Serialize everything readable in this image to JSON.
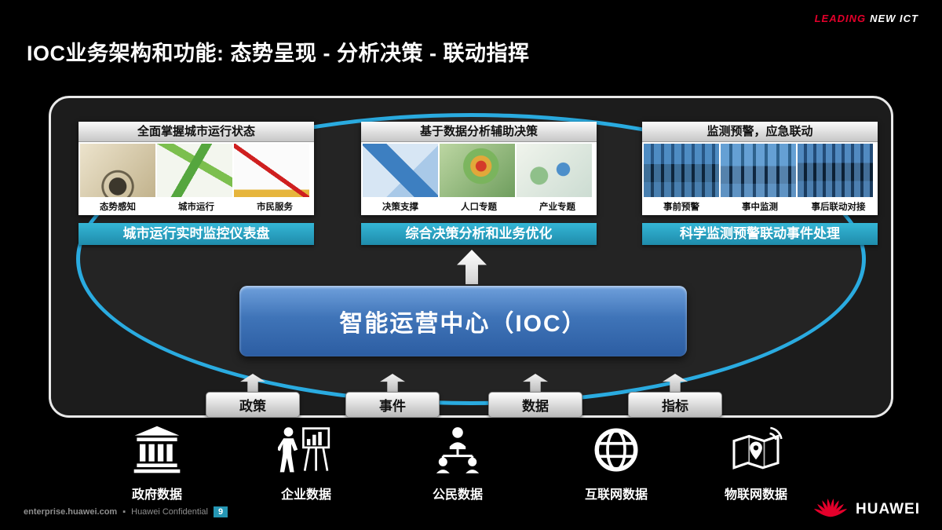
{
  "brand": {
    "leading": "LEADING",
    "new_ict": "NEW ICT",
    "huawei": "HUAWEI"
  },
  "title": "IOC业务架构和功能: 态势呈现 - 分析决策 - 联动指挥",
  "panels": [
    {
      "header": "全面掌握城市运行状态",
      "images": [
        {
          "icon": "dashboard-photo",
          "label": "态势感知"
        },
        {
          "icon": "city-operation-photo",
          "label": "城市运行"
        },
        {
          "icon": "citizen-service-photo",
          "label": "市民服务"
        }
      ],
      "caption": "城市运行实时监控仪表盘"
    },
    {
      "header": "基于数据分析辅助决策",
      "images": [
        {
          "icon": "decision-support-photo",
          "label": "决策支撑"
        },
        {
          "icon": "population-topic-photo",
          "label": "人口专题"
        },
        {
          "icon": "industry-topic-photo",
          "label": "产业专题"
        }
      ],
      "caption": "综合决策分析和业务优化"
    },
    {
      "header": "监测预警，应急联动",
      "images": [
        {
          "icon": "pre-warning-photo",
          "label": "事前预警"
        },
        {
          "icon": "monitoring-photo",
          "label": "事中监测"
        },
        {
          "icon": "post-linkage-photo",
          "label": "事后联动对接"
        }
      ],
      "caption": "科学监测预警联动事件处理"
    }
  ],
  "ioc_box": {
    "label": "智能运营中心（IOC）"
  },
  "inputs": [
    {
      "label": "政策"
    },
    {
      "label": "事件"
    },
    {
      "label": "数据"
    },
    {
      "label": "指标"
    }
  ],
  "sources": [
    {
      "icon": "government-building-icon",
      "label": "政府数据"
    },
    {
      "icon": "business-presenter-icon",
      "label": "企业数据"
    },
    {
      "icon": "citizen-network-icon",
      "label": "公民数据"
    },
    {
      "icon": "internet-globe-icon",
      "label": "互联网数据"
    },
    {
      "icon": "iot-map-icon",
      "label": "物联网数据"
    }
  ],
  "footer": {
    "url": "enterprise.huawei.com",
    "separator": "▪",
    "confidential": "Huawei Confidential",
    "page": "9"
  },
  "colors": {
    "accent_cyan": "#2aabe0",
    "caption_teal": "#2596b4",
    "huawei_red": "#e4002b",
    "ioc_blue": "#3f74b8"
  }
}
